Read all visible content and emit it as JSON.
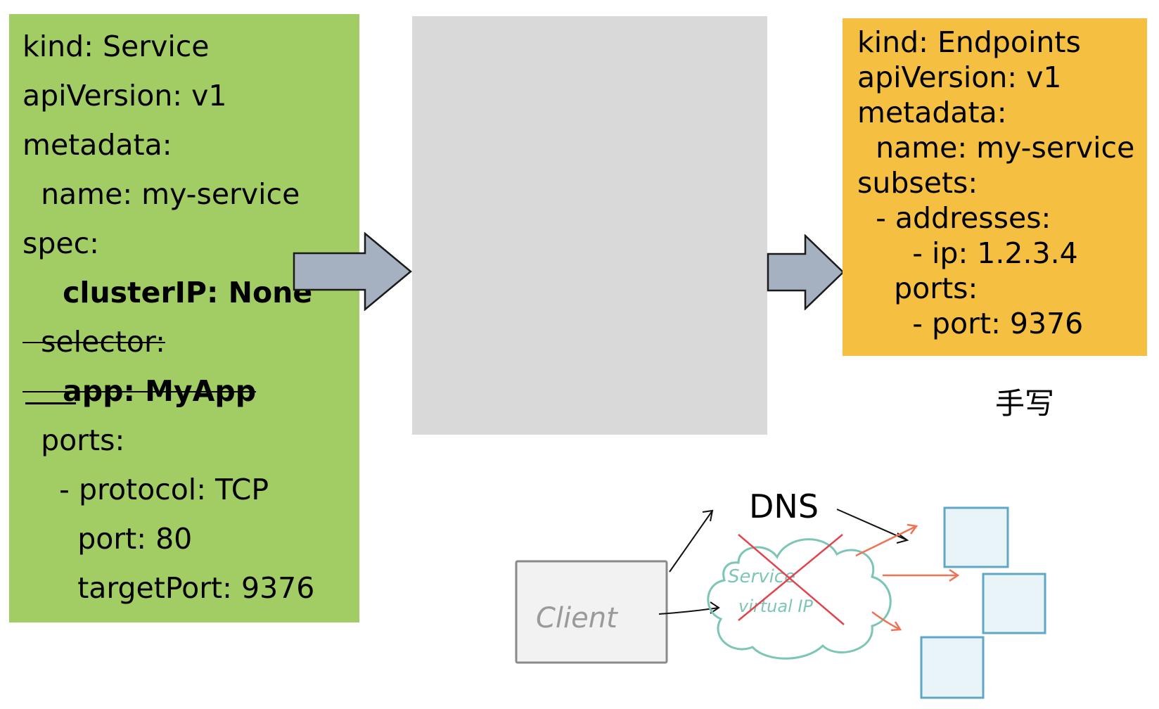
{
  "service_yaml": {
    "lines": [
      "kind: Service",
      "apiVersion: v1",
      "metadata:",
      "  name: my-service",
      "spec:",
      "    clusterIP: None",
      "  selector:",
      "    app: MyApp",
      "  ports:",
      "    - protocol: TCP",
      "      port: 80",
      "      targetPort: 9376"
    ]
  },
  "endpoints_yaml": {
    "lines": [
      "kind: Endpoints",
      "apiVersion: v1",
      "metadata:",
      "  name: my-service",
      "subsets:",
      "  - addresses:",
      "      - ip: 1.2.3.4",
      "    ports:",
      "      - port: 9376"
    ]
  },
  "handwritten_label": "手写",
  "sketch": {
    "dns_label": "DNS",
    "client_label": "Client",
    "service_label": "Service",
    "virtual_ip_label": "virtual IP"
  },
  "colors": {
    "service_panel": "#a2cd64",
    "endpoints_panel": "#f5bf42",
    "middle_panel": "#d9d9d9",
    "arrow_fill": "#a5b0c0",
    "cloud_stroke": "#7dc6b6",
    "cross_stroke": "#e2444e",
    "pod_fill": "#e8f4f8",
    "pod_stroke": "#5fa7c5",
    "pod_arrow": "#ef7352"
  }
}
